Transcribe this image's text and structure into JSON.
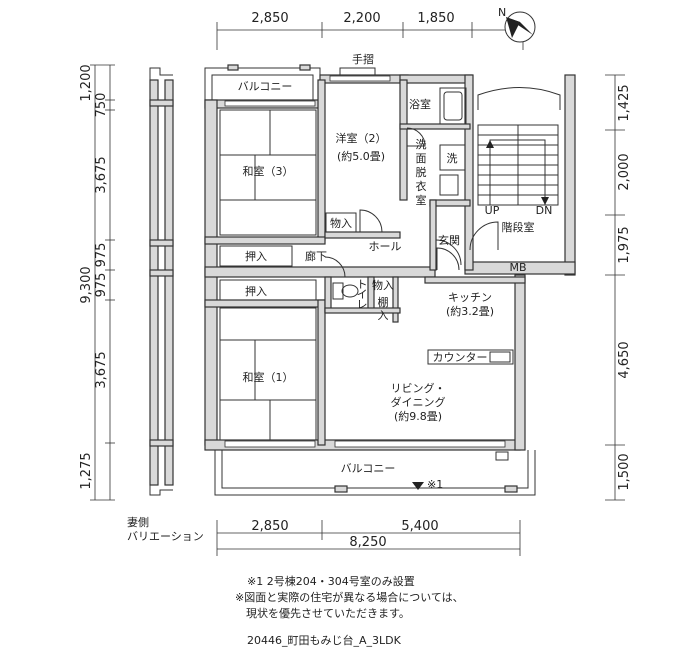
{
  "dimensions": {
    "top": [
      "2,850",
      "2,200",
      "1,850"
    ],
    "bottom_row1": [
      "2,850",
      "5,400"
    ],
    "bottom_total": "8,250",
    "left_total": "9,300",
    "left": [
      "1,200",
      "750",
      "3,675",
      "975",
      "975",
      "3,675",
      "1,275"
    ],
    "right": [
      "1,425",
      "2,000",
      "1,975",
      "4,650",
      "1,500"
    ]
  },
  "rooms": {
    "handrail": "手摺",
    "balcony_top": "バルコニー",
    "balcony_bottom": "バルコニー",
    "bathroom": "浴室",
    "western_room": "洋室（2）",
    "western_room_size": "(約5.0畳)",
    "washroom": [
      "洗",
      "面",
      "脱",
      "衣",
      "室"
    ],
    "washer": "洗",
    "japanese_room_3": "和室（3）",
    "closet_upper": "物入",
    "oshiire_upper": "押入",
    "corridor": "廊下",
    "hall": "ホール",
    "entrance": "玄関",
    "stairwell": "階段室",
    "up": "UP",
    "dn": "DN",
    "mb": "MB",
    "oshiire_lower": "押入",
    "closet_lower": "物入",
    "toilet": [
      "ト",
      "イ",
      "レ"
    ],
    "shelf": [
      "棚",
      "入"
    ],
    "kitchen": "キッチン",
    "kitchen_size": "(約3.2畳)",
    "counter": "カウンター",
    "japanese_room_1": "和室（1）",
    "living": "リビング・",
    "dining": "ダイニング",
    "living_size": "(約9.8畳)",
    "note_marker": "※1",
    "side_variation": "妻側\nバリエーション"
  },
  "notes": {
    "note1": "※1 2号棟204・304号室のみ設置",
    "note2": "※図面と実際の住宅が異なる場合については、\n　現状を優先させていただきます。",
    "code": "20446_町田もみじ台_A_3LDK"
  }
}
